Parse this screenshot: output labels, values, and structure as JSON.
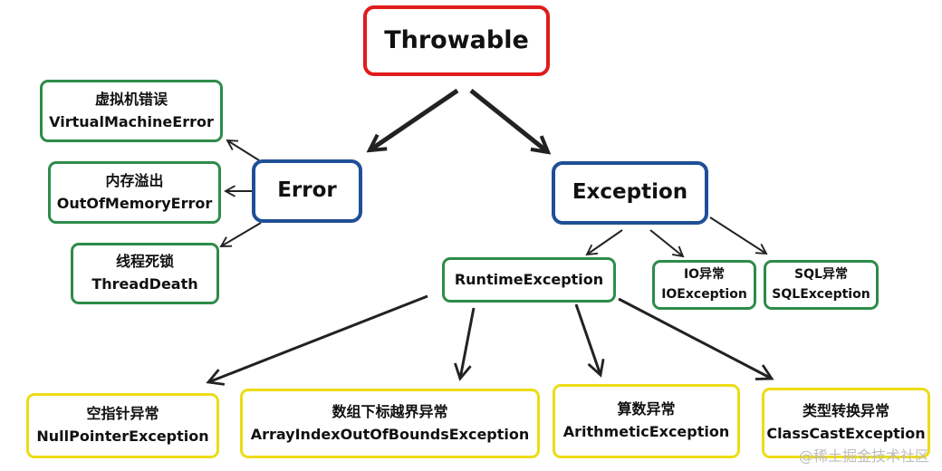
{
  "nodes": {
    "throwable": {
      "name": "Throwable"
    },
    "error": {
      "name": "Error"
    },
    "exception": {
      "name": "Exception"
    },
    "vm_error": {
      "cn": "虚拟机错误",
      "en": "VirtualMachineError"
    },
    "oom_error": {
      "cn": "内存溢出",
      "en": "OutOfMemoryError"
    },
    "thread_death": {
      "cn": "线程死锁",
      "en": "ThreadDeath"
    },
    "runtime_exception": {
      "name": "RuntimeException"
    },
    "io_exception": {
      "cn": "IO异常",
      "en": "IOException"
    },
    "sql_exception": {
      "cn": "SQL异常",
      "en": "SQLException"
    },
    "npe": {
      "cn": "空指针异常",
      "en": "NullPointerException"
    },
    "array_index": {
      "cn": "数组下标越界异常",
      "en": "ArrayIndexOutOfBoundsException"
    },
    "arithmetic": {
      "cn": "算数异常",
      "en": "ArithmeticException"
    },
    "class_cast": {
      "cn": "类型转换异常",
      "en": "ClassCastException"
    }
  },
  "watermark": "@稀土掘金技术社区",
  "colors": {
    "root_border": "#e01b1b",
    "primary_border": "#1f4f96",
    "secondary_border": "#2e8b4a",
    "leaf_border": "#ecdc16",
    "arrow": "#222222"
  }
}
